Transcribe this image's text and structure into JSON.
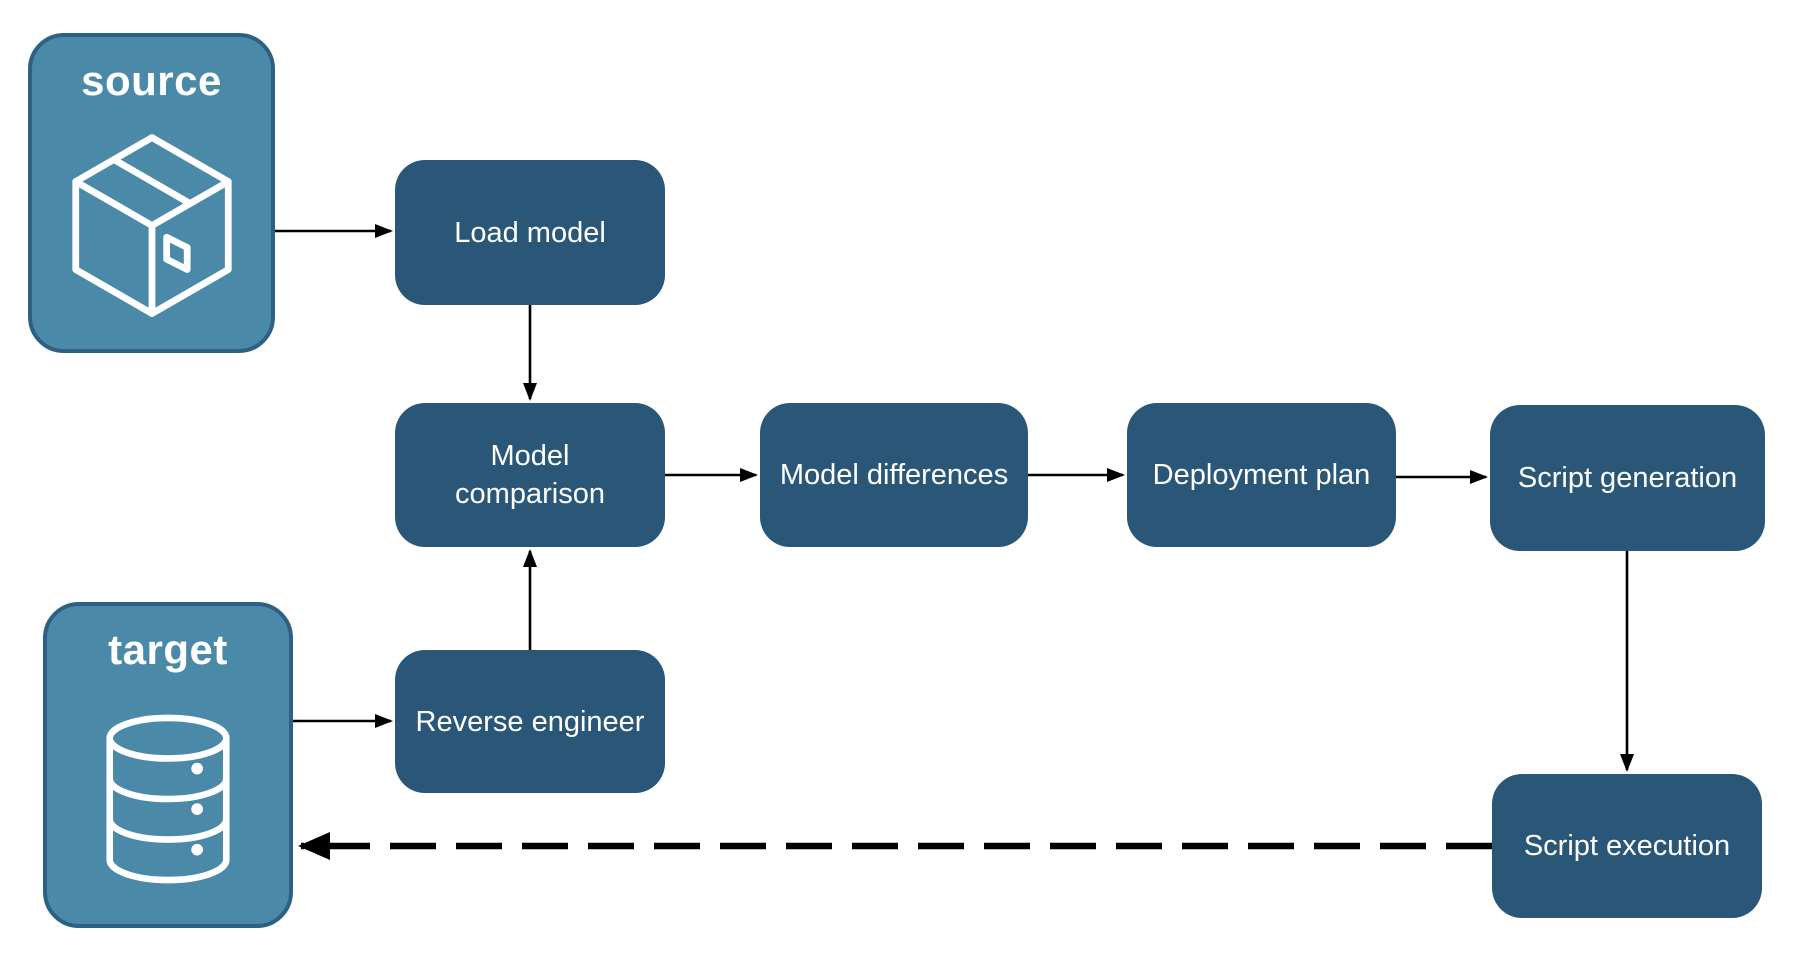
{
  "diagram": {
    "background": "#ffffff",
    "colors": {
      "node_fill": "#2A5778",
      "endpoint_fill": "#4B89A9",
      "endpoint_border": "#2D6183",
      "text": "#FFFFFF",
      "arrow": "#000000"
    },
    "endpoints": {
      "source": {
        "label": "source",
        "icon": "package-icon"
      },
      "target": {
        "label": "target",
        "icon": "database-icon"
      }
    },
    "nodes": {
      "load_model": {
        "label": "Load model"
      },
      "model_comparison": {
        "label": "Model comparison"
      },
      "model_differences": {
        "label": "Model differences"
      },
      "deployment_plan": {
        "label": "Deployment plan"
      },
      "script_generation": {
        "label": "Script generation"
      },
      "reverse_engineer": {
        "label": "Reverse engineer"
      },
      "script_execution": {
        "label": "Script execution"
      }
    },
    "edges": [
      {
        "from": "source",
        "to": "load_model",
        "style": "solid"
      },
      {
        "from": "load_model",
        "to": "model_comparison",
        "style": "solid"
      },
      {
        "from": "model_comparison",
        "to": "model_differences",
        "style": "solid"
      },
      {
        "from": "model_differences",
        "to": "deployment_plan",
        "style": "solid"
      },
      {
        "from": "deployment_plan",
        "to": "script_generation",
        "style": "solid"
      },
      {
        "from": "script_generation",
        "to": "script_execution",
        "style": "solid"
      },
      {
        "from": "target",
        "to": "reverse_engineer",
        "style": "solid"
      },
      {
        "from": "reverse_engineer",
        "to": "model_comparison",
        "style": "solid"
      },
      {
        "from": "script_execution",
        "to": "target",
        "style": "dashed"
      }
    ]
  }
}
